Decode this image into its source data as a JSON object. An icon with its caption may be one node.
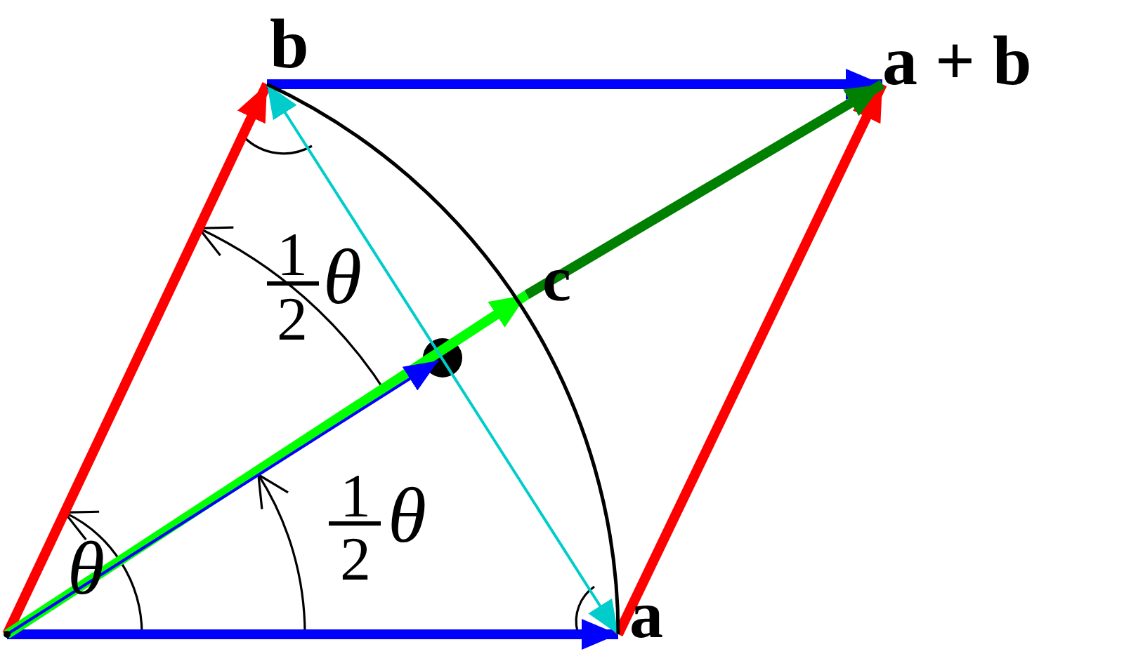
{
  "diagram": {
    "nodes": [
      {
        "text": [
          "b"
        ]
      },
      {
        "text": [
          "a + b"
        ]
      },
      {
        "text": [
          "c"
        ]
      },
      {
        "text": [
          "a"
        ]
      },
      {
        "text": [],
        "shape": "point"
      }
    ],
    "edges": [
      {
        "from": 4,
        "to": 3,
        "arrow": "to",
        "color": "#0000ff"
      },
      {
        "from": 4,
        "to": 0,
        "arrow": "to",
        "color": "#ff0000"
      },
      {
        "from": 0,
        "to": 1,
        "arrow": "to",
        "color": "#0000ff"
      },
      {
        "from": 3,
        "to": 1,
        "arrow": "to",
        "color": "#ff0000"
      },
      {
        "from": 4,
        "to": 2,
        "arrow": "to",
        "color": "#00ff00"
      },
      {
        "from": 2,
        "to": 1,
        "arrow": "to",
        "color": "#008000"
      },
      {
        "from": 4,
        "to": null,
        "arrow": "to",
        "color": "#0000ff"
      },
      {
        "from": 3,
        "to": 0,
        "arrow": "both",
        "color": "#00cccc"
      },
      {
        "from": 0,
        "to": 3,
        "arrow": "none",
        "color": "#000000"
      }
    ],
    "labels": [
      "1",
      "2",
      "θ",
      "1",
      "2",
      "θ",
      "θ"
    ]
  }
}
